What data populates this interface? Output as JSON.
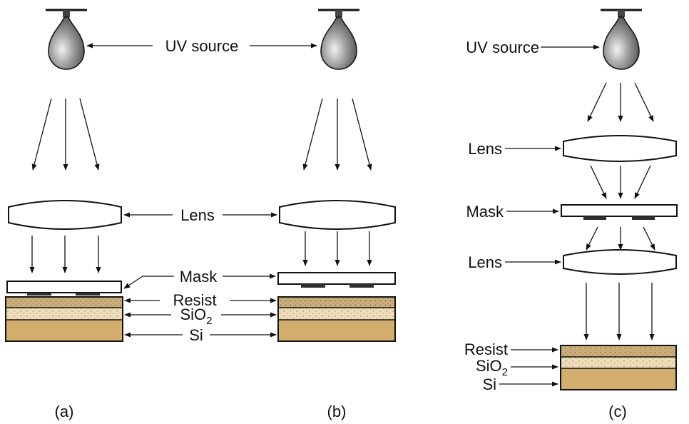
{
  "labels": {
    "uv_source": "UV source",
    "lens": "Lens",
    "mask": "Mask",
    "resist": "Resist",
    "sio2_main": "SiO",
    "sio2_sub": "2",
    "si": "Si"
  },
  "captions": {
    "a": "(a)",
    "b": "(b)",
    "c": "(c)"
  },
  "colors": {
    "bulb_highlight": "#f2f2f2",
    "bulb_mid": "#9a9a9a",
    "bulb_dark": "#3e3e3e",
    "resist": "#c9ad7a",
    "sio2": "#ecdcb8",
    "si": "#d2ad6c",
    "mask_pattern": "#2e2e2e",
    "line": "#111111"
  }
}
